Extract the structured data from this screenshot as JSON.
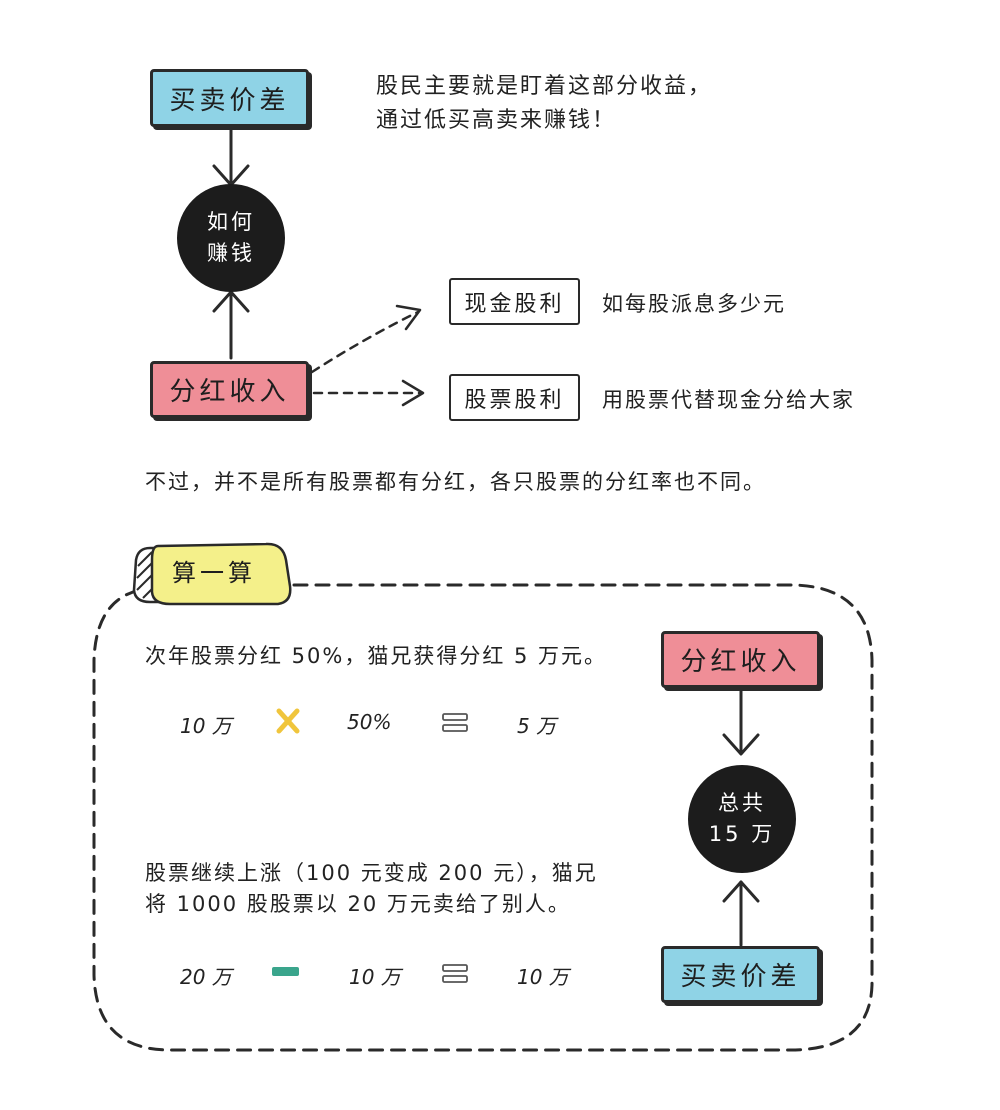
{
  "top": {
    "box_price_diff": "买卖价差",
    "note_line1": "股民主要就是盯着这部分收益，",
    "note_line2": "通过低买高卖来赚钱！",
    "circle_line1": "如何",
    "circle_line2": "赚钱",
    "box_dividend_income": "分红收入",
    "box_cash_dividend": "现金股利",
    "cash_dividend_desc": "如每股派息多少元",
    "box_stock_dividend": "股票股利",
    "stock_dividend_desc": "用股票代替现金分给大家",
    "footnote": "不过，并不是所有股票都有分红，各只股票的分红率也不同。"
  },
  "calc": {
    "tag": "算一算",
    "line1": "次年股票分红 50%，猫兄获得分红 5 万元。",
    "eq1": {
      "a": "10 万",
      "op": "×",
      "b": "50%",
      "eq": "=",
      "result": "5 万"
    },
    "line2a": "股票继续上涨（100 元变成 200 元），猫兄",
    "line2b": "将 1000 股股票以 20 万元卖给了别人。",
    "eq2": {
      "a": "20 万",
      "op": "−",
      "b": "10 万",
      "eq": "=",
      "result": "10 万"
    },
    "box_dividend_income": "分红收入",
    "circle_line1": "总共",
    "circle_line2": "15 万",
    "box_price_diff": "买卖价差"
  },
  "colors": {
    "blue_box": "#8fd3e6",
    "pink_box": "#ef8e97",
    "tag_yellow": "#f4f08a",
    "circle": "#1c1c1c",
    "multiply_sign": "#f0c53c",
    "minus_sign": "#3aa58c"
  }
}
